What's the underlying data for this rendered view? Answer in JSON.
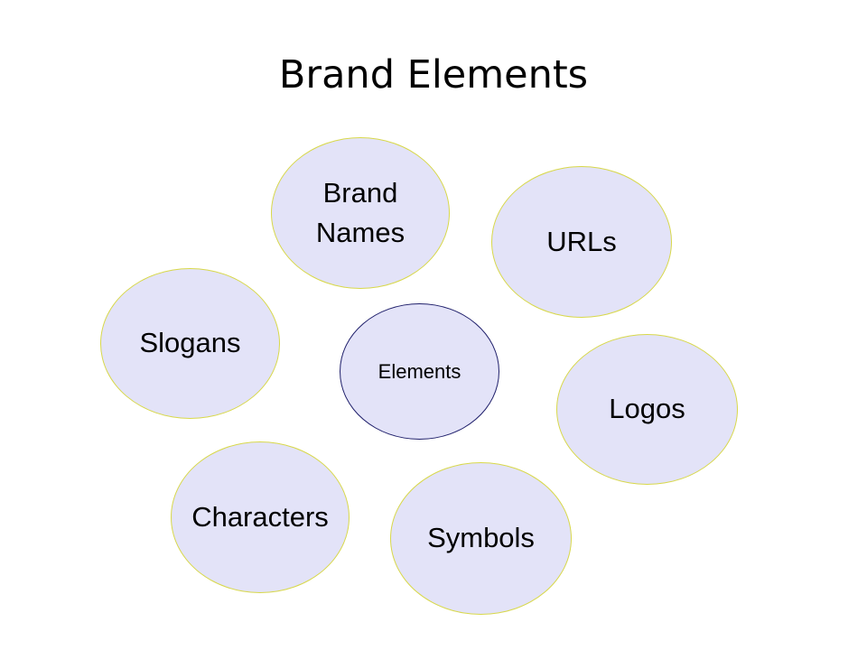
{
  "slide": {
    "title": "Brand Elements",
    "center": "Elements",
    "bubbles": {
      "brand_names_line1": "Brand",
      "brand_names_line2": "Names",
      "urls": "URLs",
      "slogans": "Slogans",
      "logos": "Logos",
      "characters": "Characters",
      "symbols": "Symbols"
    }
  }
}
